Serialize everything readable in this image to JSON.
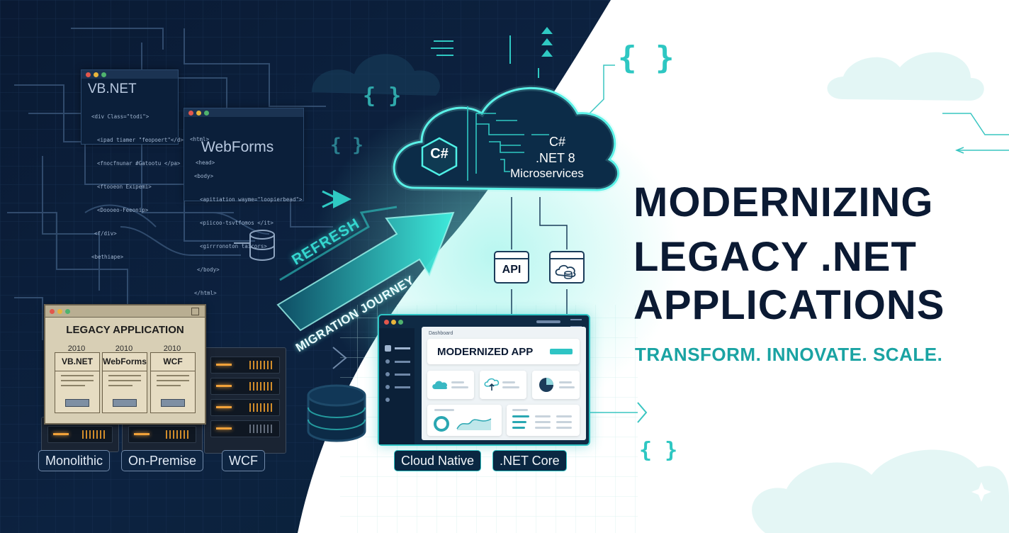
{
  "headline": {
    "line1": "MODERNIZING",
    "line2": "LEGACY .NET",
    "line3": "APPLICATIONS",
    "tagline": "TRANSFORM. INNOVATE. SCALE."
  },
  "code_windows": [
    {
      "title": "VB.NET",
      "lines": [
        "<div Class=\"todi\">",
        "<ipad tiamer \"feopoert\"</d>",
        "<fnocfnunar #Gatootu </pa>",
        "<ftooeon Exipemi>",
        "<Doooeo-Feeonip>",
        "<f/div>",
        "<bethiape>"
      ]
    },
    {
      "title": "WebForms",
      "lines": [
        "<html>",
        "<head>",
        "",
        "",
        "<body>",
        "<apitiation wayme=\"loopierbead\">",
        "<piicoo-tsvtfomos </it>",
        "<girrronoton taicors>",
        "</body>",
        "</html>"
      ]
    }
  ],
  "legacy_app": {
    "title": "LEGACY APPLICATION",
    "columns": [
      {
        "year": "2010",
        "name": "VB.NET"
      },
      {
        "year": "2010",
        "name": "WebForms"
      },
      {
        "year": "2010",
        "name": "WCF"
      }
    ]
  },
  "legacy_badges": [
    "Monolithic",
    "On-Premise",
    "WCF"
  ],
  "journey": {
    "refresh": "REFRESH",
    "migration": "MIGRATION JOURNEY"
  },
  "cloud": {
    "badge": "C#",
    "items": [
      "C#",
      ".NET 8",
      "Microservices"
    ]
  },
  "service_icons": [
    {
      "label": "API",
      "icon": "api-window-icon"
    },
    {
      "label": "",
      "icon": "cloud-database-icon"
    }
  ],
  "modern_app": {
    "breadcrumb": "Dashboard",
    "title": "MODERNIZED APP"
  },
  "modern_badges": [
    "Cloud Native",
    ".NET Core"
  ],
  "colors": {
    "navy": "#0b1a33",
    "teal": "#2ec7c2",
    "tagline": "#1aa3a3",
    "legacy_amber": "#f2a23a"
  },
  "braces": "{ }"
}
